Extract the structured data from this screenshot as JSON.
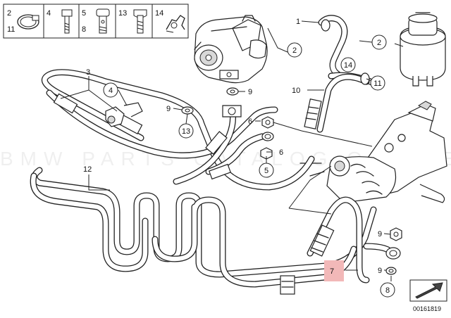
{
  "legend": [
    {
      "top": "2",
      "bottom": "11"
    },
    {
      "top": "4",
      "bottom": ""
    },
    {
      "top": "5",
      "bottom": "8"
    },
    {
      "top": "13",
      "bottom": ""
    },
    {
      "top": "14",
      "bottom": ""
    }
  ],
  "callouts": {
    "c1": "1",
    "c2a": "2",
    "c2b": "2",
    "c3": "3",
    "c4": "4",
    "c5": "5",
    "c6a": "6",
    "c6b": "6",
    "c7": "7",
    "c8": "8",
    "c9a": "9",
    "c9b": "9",
    "c9c": "9",
    "c9d": "9",
    "c10": "10",
    "c11": "11",
    "c12": "12",
    "c13": "13",
    "c14": "14"
  },
  "highlight_color": "#f2b8b8",
  "doc_id": "00161819"
}
